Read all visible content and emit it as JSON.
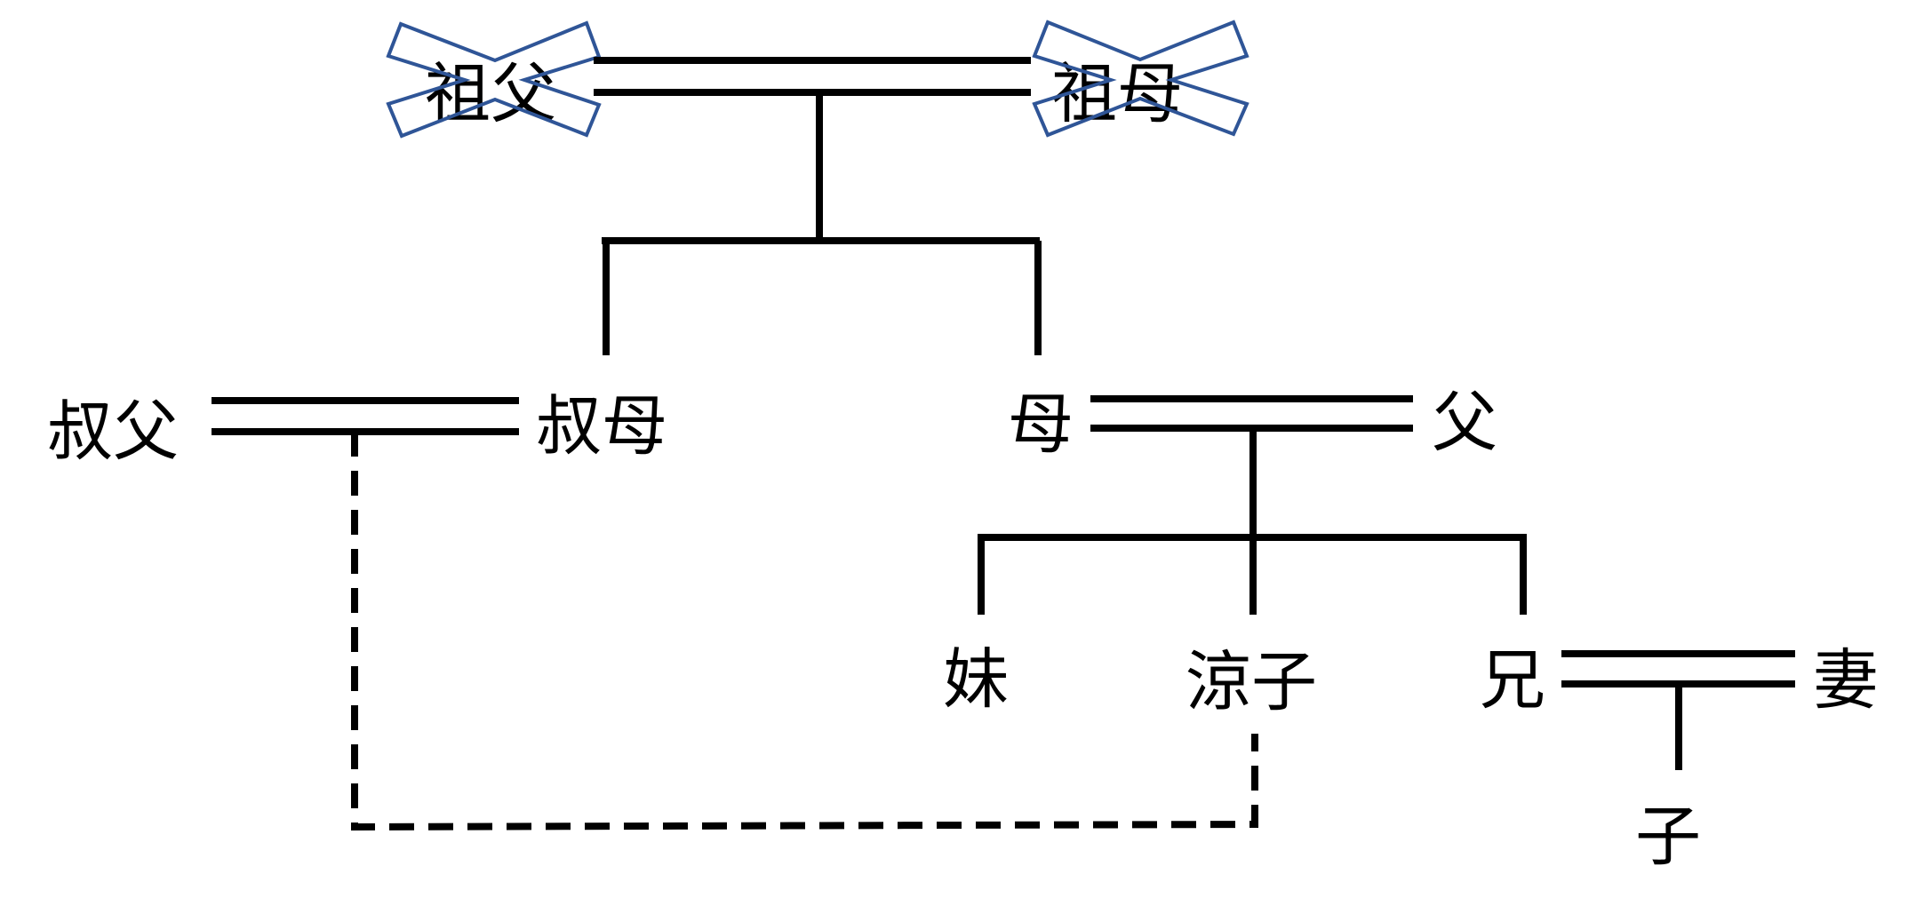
{
  "people": {
    "grandfather": "祖父",
    "grandmother": "祖母",
    "uncle": "叔父",
    "aunt": "叔母",
    "mother": "母",
    "father": "父",
    "younger_sister": "妹",
    "ryoko": "涼子",
    "older_brother": "兄",
    "wife": "妻",
    "child": "子"
  },
  "colors": {
    "line": "#000000",
    "deceased_mark": "#2f5597"
  },
  "deceased": [
    "grandfather",
    "grandmother"
  ]
}
